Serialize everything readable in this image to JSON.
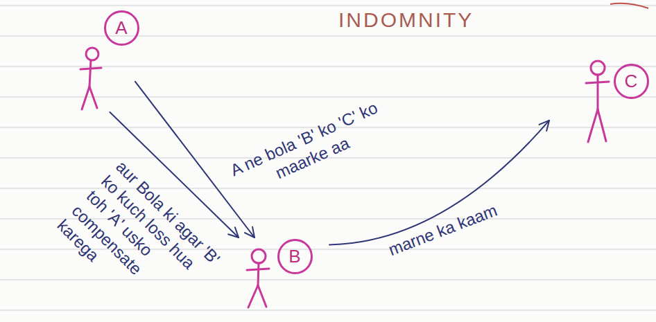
{
  "diagram": {
    "title": "INDOMNITY",
    "nodes": [
      {
        "text": [
          "A"
        ]
      },
      {
        "text": [
          "B"
        ]
      },
      {
        "text": [
          "C"
        ]
      }
    ],
    "edges": [
      {
        "from": 0,
        "to": 1,
        "arrow": "to",
        "label": "A ne bola 'B' ko 'C' ko maarke aa"
      },
      {
        "from": 0,
        "to": 1,
        "arrow": "to",
        "label": "aur Bola ki agar 'B' ko kuch loss hua toh 'A' usko compensate karega"
      },
      {
        "from": 1,
        "to": 2,
        "arrow": "to",
        "label": "marne ka kaam"
      }
    ]
  }
}
